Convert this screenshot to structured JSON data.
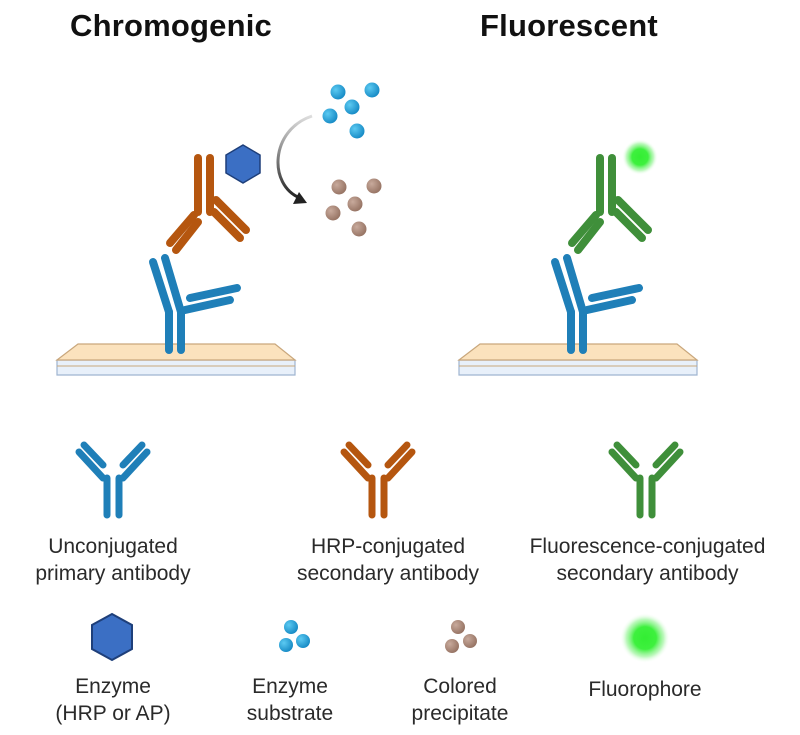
{
  "titles": {
    "left": "Chromogenic",
    "right": "Fluorescent"
  },
  "legend": {
    "primary": {
      "line1": "Unconjugated",
      "line2": "primary antibody"
    },
    "hrp_secondary": {
      "line1": "HRP-conjugated",
      "line2": "secondary antibody"
    },
    "fluor_secondary": {
      "line1": "Fluorescence-conjugated",
      "line2": "secondary antibody"
    },
    "enzyme": {
      "line1": "Enzyme",
      "line2": "(HRP or AP)"
    },
    "substrate": {
      "line1": "Enzyme",
      "line2": "substrate"
    },
    "precipitate": {
      "line1": "Colored",
      "line2": "precipitate"
    },
    "fluorophore": {
      "line1": "Fluorophore"
    }
  },
  "colors": {
    "primary_antibody": "#1f7fb8",
    "hrp_antibody": "#b5560f",
    "fluor_antibody": "#3f8f3a",
    "enzyme": "#3b6fc4",
    "substrate": "#1c9bd6",
    "precipitate": "#a98676",
    "fluorophore": "#33ee33",
    "membrane_top": "#fbe3bf",
    "membrane_base": "#e6eef8"
  }
}
